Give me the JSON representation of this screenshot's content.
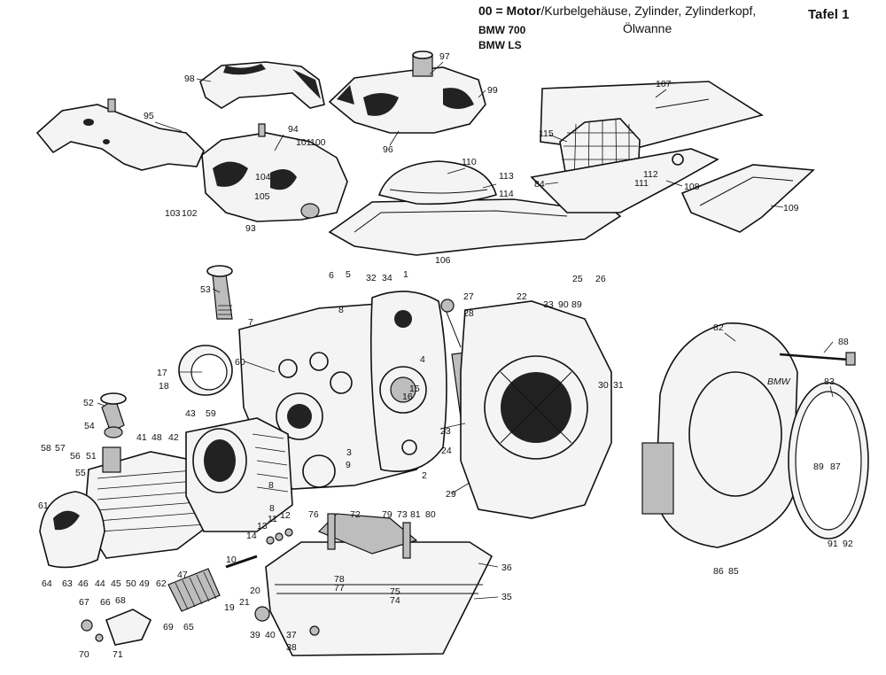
{
  "header": {
    "number": "00",
    "equals": "=",
    "title_bold": "Motor",
    "title_rest": "/Kurbelgehäuse, Zylinder, Zylinderkopf,",
    "title_line2": "Ölwanne",
    "models": [
      "BMW 700",
      "BMW LS"
    ],
    "plate": "Tafel 1"
  },
  "part_numbers": {
    "p1": "1",
    "p2": "2",
    "p3": "3",
    "p4": "4",
    "p5": "5",
    "p6": "6",
    "p7": "7",
    "p8": "8",
    "p8b": "8",
    "p8c": "8",
    "p9": "9",
    "p10": "10",
    "p11": "11",
    "p12": "12",
    "p13": "13",
    "p14": "14",
    "p15": "15",
    "p16": "16",
    "p17": "17",
    "p18": "18",
    "p19": "19",
    "p20": "20",
    "p21": "21",
    "p22": "22",
    "p23": "23",
    "p24": "24",
    "p25": "25",
    "p26": "26",
    "p27": "27",
    "p28": "28",
    "p29": "29",
    "p30": "30",
    "p31": "31",
    "p32": "32",
    "p33": "33",
    "p34": "34",
    "p35": "35",
    "p36": "36",
    "p37": "37",
    "p38": "38",
    "p39": "39",
    "p40": "40",
    "p41": "41",
    "p42": "42",
    "p43": "43",
    "p44": "44",
    "p45": "45",
    "p46": "46",
    "p47": "47",
    "p48": "48",
    "p49": "49",
    "p50": "50",
    "p51": "51",
    "p52": "52",
    "p53": "53",
    "p54": "54",
    "p55": "55",
    "p56": "56",
    "p57": "57",
    "p58": "58",
    "p59": "59",
    "p60": "60",
    "p61": "61",
    "p62": "62",
    "p63": "63",
    "p64": "64",
    "p65": "65",
    "p66": "66",
    "p67": "67",
    "p68": "68",
    "p69": "69",
    "p70": "70",
    "p71": "71",
    "p72": "72",
    "p73": "73",
    "p74": "74",
    "p75": "75",
    "p76": "76",
    "p77": "77",
    "p78": "78",
    "p79": "79",
    "p80": "80",
    "p81": "81",
    "p82": "82",
    "p83": "83",
    "p84": "84",
    "p85": "85",
    "p86": "86",
    "p87": "87",
    "p88": "88",
    "p89": "89",
    "p89b": "89",
    "p90": "90",
    "p91": "91",
    "p92": "92",
    "p93": "93",
    "p94": "94",
    "p95": "95",
    "p96": "96",
    "p97": "97",
    "p98": "98",
    "p99": "99",
    "p100": "100",
    "p101": "101",
    "p102": "102",
    "p103": "103",
    "p104": "104",
    "p105": "105",
    "p106": "106",
    "p107": "107",
    "p108": "108",
    "p109": "109",
    "p110": "110",
    "p111": "111",
    "p112": "112",
    "p113": "113",
    "p114": "114",
    "p115": "115"
  },
  "logo_text": "BMW"
}
